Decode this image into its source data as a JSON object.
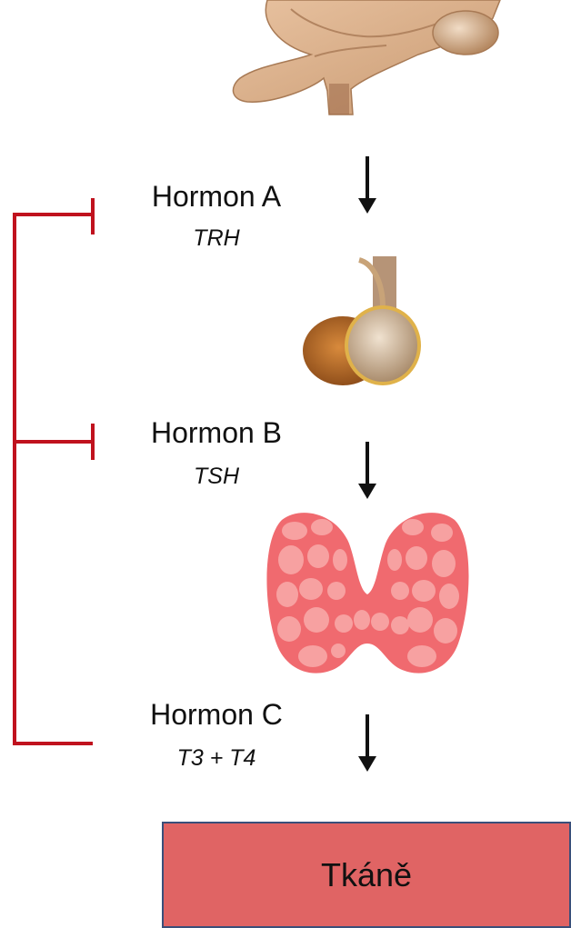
{
  "hormones": [
    {
      "name": "Hormon A",
      "abbr": "TRH"
    },
    {
      "name": "Hormon B",
      "abbr": "TSH"
    },
    {
      "name": "Hormon C",
      "abbr": "T3 + T4"
    }
  ],
  "target": {
    "label": "Tkáně"
  },
  "colors": {
    "feedback_line": "#c0121e",
    "target_fill": "#e06464",
    "target_border": "#3a4f7a",
    "thyroid_fill": "#f06a6f",
    "thyroid_follicle": "#f7a1a1"
  },
  "icons": [
    "hypothalamus-icon",
    "pituitary-icon",
    "thyroid-icon",
    "down-arrow-icon"
  ]
}
